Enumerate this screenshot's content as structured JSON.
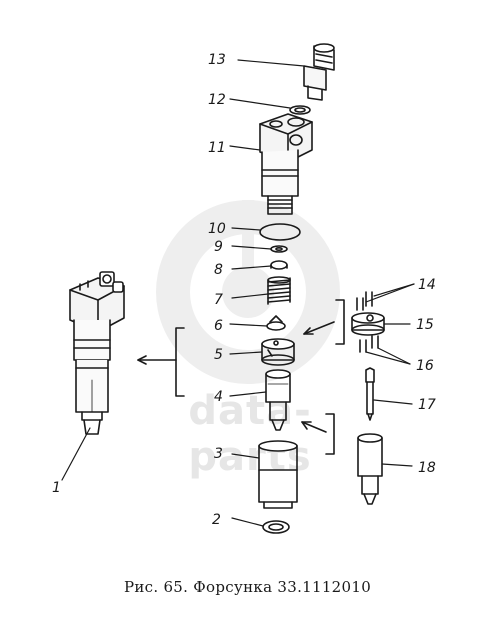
{
  "figure": {
    "caption": "Рис. 65. Форсунка 33.1112010",
    "watermark_text": "data-parts",
    "line_color": "#1a1a1a",
    "watermark_color": "#e0e0e0"
  },
  "part_labels": [
    "1",
    "2",
    "3",
    "4",
    "5",
    "6",
    "7",
    "8",
    "9",
    "10",
    "11",
    "12",
    "13",
    "14",
    "15",
    "16",
    "17",
    "18"
  ]
}
